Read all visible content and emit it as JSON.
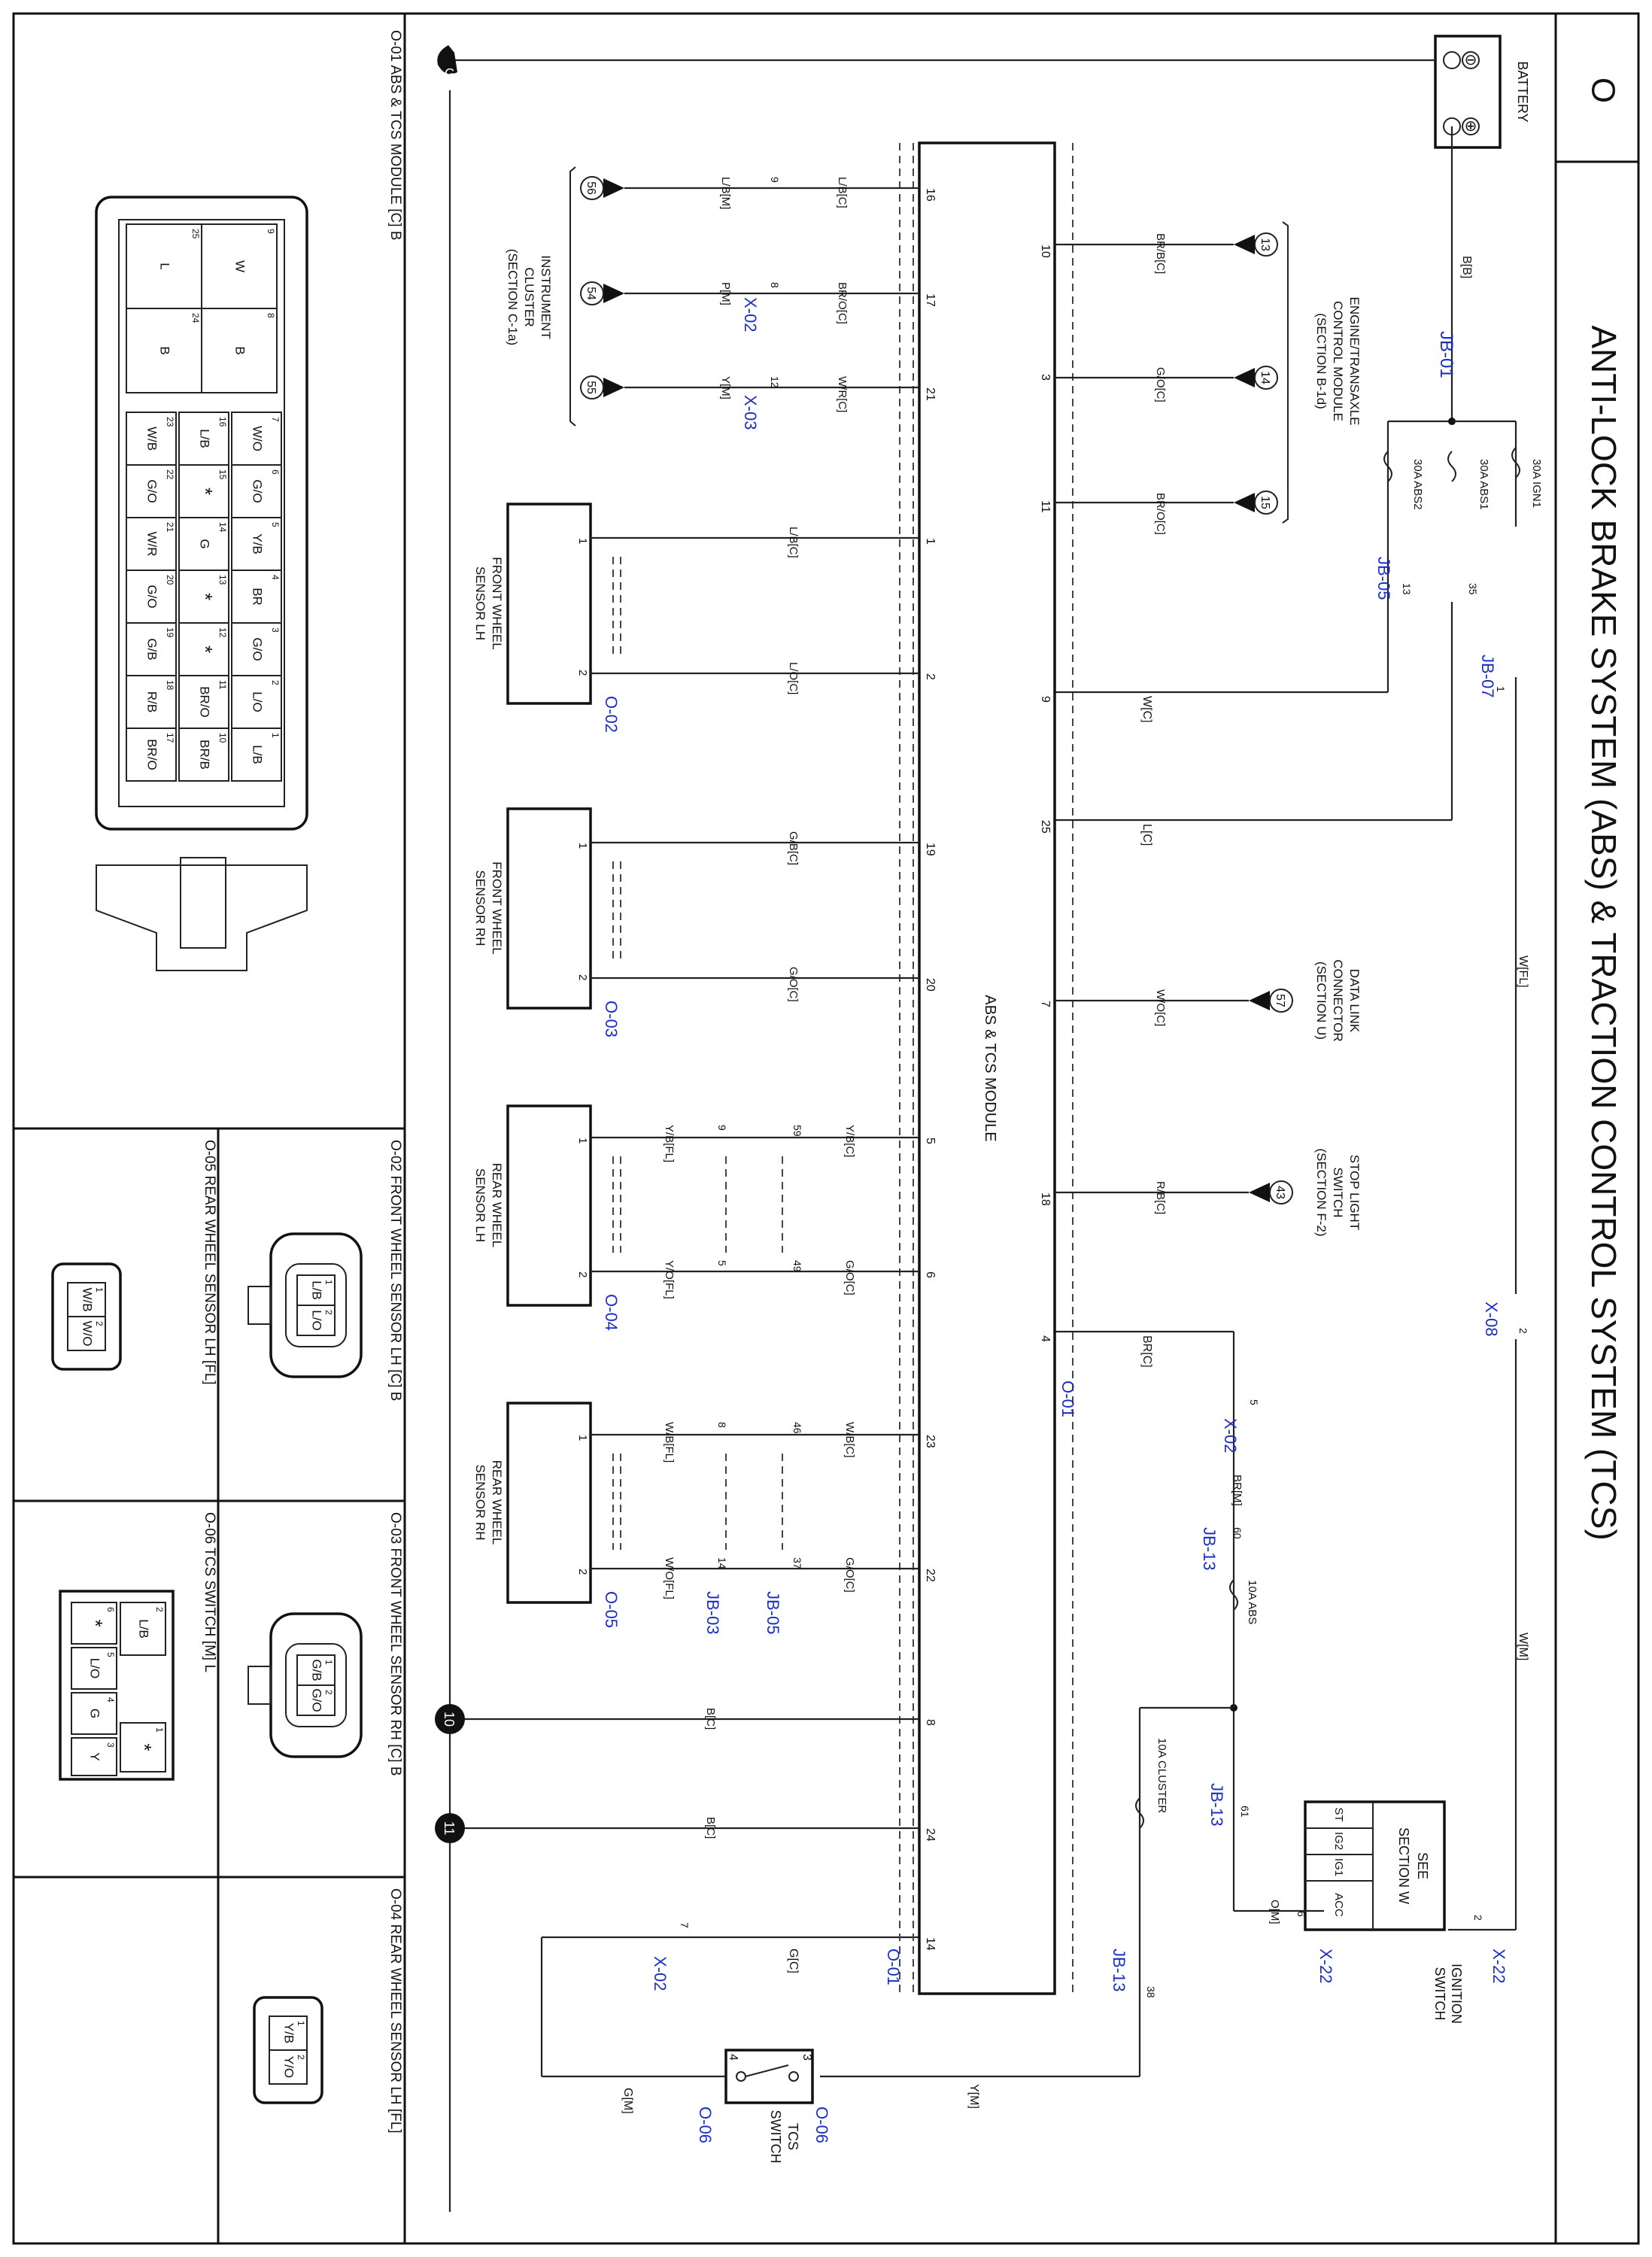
{
  "page": {
    "letter": "O",
    "title": "ANTI-LOCK BRAKE SYSTEM (ABS) & TRACTION CONTROL SYSTEM (TCS)"
  },
  "battery": {
    "label": "BATTERY",
    "wire": "B[B]",
    "connector": "JB-01"
  },
  "fuses": {
    "ign1": "30A IGN1",
    "abs1": "30A ABS1",
    "abs2": "30A ABS2",
    "abs10": "10A ABS",
    "cluster": "10A CLUSTER"
  },
  "junctions": {
    "jb05": "JB-05",
    "jb07": "JB-07",
    "x08": "X-08",
    "x02": "X-02",
    "x03": "X-03",
    "x22": "X-22",
    "jb13": "JB-13",
    "o01": "O-01",
    "o02": "O-02",
    "o03": "O-03",
    "o04": "O-04",
    "o05": "O-05",
    "o06": "O-06",
    "jb03": "JB-03"
  },
  "module": {
    "label": "ABS & TCS MODULE"
  },
  "ecm": {
    "label1": "ENGINE/TRANSAXLE",
    "label2": "CONTROL MODULE",
    "label3": "(SECTION B-1d)",
    "refs": [
      "13",
      "14",
      "15"
    ]
  },
  "dlc": {
    "label1": "DATA LINK",
    "label2": "CONNECTOR",
    "label3": "(SECTION U)",
    "ref": "57"
  },
  "stop_light": {
    "label1": "STOP LIGHT",
    "label2": "SWITCH",
    "label3": "(SECTION F-2)",
    "ref": "43"
  },
  "ignition": {
    "see1": "SEE",
    "see2": "SECTION W",
    "label1": "IGNITION",
    "label2": "SWITCH",
    "pins": [
      "ST",
      "IG2",
      "IG1",
      "ACC"
    ]
  },
  "cluster": {
    "label1": "INSTRUMENT",
    "label2": "CLUSTER",
    "label3": "(SECTION C-1a)",
    "refs": [
      "56",
      "54",
      "55"
    ]
  },
  "sensors": {
    "flh": [
      "FRONT WHEEL",
      "SENSOR LH"
    ],
    "frh": [
      "FRONT WHEEL",
      "SENSOR RH"
    ],
    "rlh": [
      "REAR WHEEL",
      "SENSOR LH"
    ],
    "rrh": [
      "REAR WHEEL",
      "SENSOR RH"
    ]
  },
  "tcs_switch": {
    "label1": "TCS",
    "label2": "SWITCH"
  },
  "grounds": {
    "g": "G",
    "g10": "10",
    "g11": "11"
  },
  "wires": {
    "w_fl": "W[FL]",
    "w_m": "W[M]",
    "br_b": "BR/B[C]",
    "g_o": "G/O[C]",
    "br_o": "BR/O[C]",
    "w_c": "W[C]",
    "l_c": "L[C]",
    "w_o": "W/O[C]",
    "r_b": "R/B[C]",
    "br_c": "BR[C]",
    "br_m": "BR[M]",
    "o_m": "O[M]",
    "y_m": "Y[M]",
    "g_m": "G[M]",
    "g_c": "G[C]",
    "b_c": "B[C]",
    "lb_m": "L/B[M]",
    "lb_c": "L/B[C]",
    "p_m": "P[M]",
    "bro_c": "BR/O[C]",
    "ym2": "Y[M]",
    "wr_c": "W/R[C]",
    "l_o_c": "L/O[C]",
    "gb_c": "G/B[C]",
    "go_c": "G/O[C]",
    "yb_fl": "Y/B[FL]",
    "yb_c": "Y/B[C]",
    "yo_fl": "Y/O[FL]",
    "go2_c": "G/O[C]",
    "wb_fl": "W/B[FL]",
    "wb_c": "W/B[C]",
    "wo_fl": "W/O[FL]",
    "go3_c": "G/O[C]"
  },
  "pins": {
    "top": [
      "10",
      "3",
      "11",
      "9",
      "25",
      "7",
      "18",
      "4"
    ],
    "bottom": [
      "16",
      "17",
      "21",
      "1",
      "2",
      "19",
      "20",
      "5",
      "6",
      "23",
      "22",
      "8",
      "24",
      "14"
    ],
    "jb01": "",
    "jb05": "13",
    "jb07": "1",
    "x08": "2",
    "x22a": "2",
    "x22b": "6",
    "x02a": "5",
    "jb13a": "60",
    "jb13b": "61",
    "jb13c": "38",
    "x02b": "7",
    "clA": [
      "9",
      "8",
      "12"
    ],
    "rearA": [
      "59",
      "49",
      "46",
      "37"
    ],
    "rearB": [
      "9",
      "5",
      "8",
      "14"
    ],
    "sensor": [
      "1",
      "2"
    ],
    "tcs": [
      "3",
      "4"
    ],
    "jb05b": "35"
  },
  "panels": {
    "o01": "O-01 ABS & TCS MODULE [C] B",
    "o02": "O-02 FRONT WHEEL SENSOR LH [C] B",
    "o03": "O-03 FRONT WHEEL SENSOR RH [C] B",
    "o04": "O-04 REAR WHEEL SENSOR LH [FL]",
    "o05": "O-05 REAR WHEEL SENSOR LH [FL]",
    "o06": "O-06 TCS SWITCH [M] L"
  },
  "o01_pins": {
    "big": [
      {
        "n": "9",
        "c": "W"
      },
      {
        "n": "8",
        "c": "B"
      },
      {
        "n": "25",
        "c": "L"
      },
      {
        "n": "24",
        "c": "B"
      }
    ],
    "row1": [
      {
        "n": "7",
        "c": "W/O"
      },
      {
        "n": "6",
        "c": "G/O"
      },
      {
        "n": "5",
        "c": "Y/B"
      },
      {
        "n": "4",
        "c": "BR"
      },
      {
        "n": "3",
        "c": "G/O"
      },
      {
        "n": "2",
        "c": "L/O"
      },
      {
        "n": "1",
        "c": "L/B"
      }
    ],
    "row2": [
      {
        "n": "16",
        "c": "L/B"
      },
      {
        "n": "15",
        "c": "*"
      },
      {
        "n": "14",
        "c": "G"
      },
      {
        "n": "13",
        "c": "*"
      },
      {
        "n": "12",
        "c": "*"
      },
      {
        "n": "11",
        "c": "BR/O"
      },
      {
        "n": "10",
        "c": "BR/B"
      }
    ],
    "row3": [
      {
        "n": "23",
        "c": "W/B"
      },
      {
        "n": "22",
        "c": "G/O"
      },
      {
        "n": "21",
        "c": "W/R"
      },
      {
        "n": "20",
        "c": "G/O"
      },
      {
        "n": "19",
        "c": "G/B"
      },
      {
        "n": "18",
        "c": "R/B"
      },
      {
        "n": "17",
        "c": "BR/O"
      }
    ]
  },
  "o02_pins": [
    {
      "n": "1",
      "c": "L/B"
    },
    {
      "n": "2",
      "c": "L/O"
    }
  ],
  "o03_pins": [
    {
      "n": "1",
      "c": "G/B"
    },
    {
      "n": "2",
      "c": "G/O"
    }
  ],
  "o04_pins": [
    {
      "n": "1",
      "c": "Y/B"
    },
    {
      "n": "2",
      "c": "Y/O"
    }
  ],
  "o05_pins": [
    {
      "n": "1",
      "c": "W/B"
    },
    {
      "n": "2",
      "c": "W/O"
    }
  ],
  "o06_pins": [
    {
      "n": "2",
      "c": "L/B"
    },
    {
      "n": "1",
      "c": "*"
    },
    {
      "n": "6",
      "c": "*"
    },
    {
      "n": "5",
      "c": "L/O"
    },
    {
      "n": "4",
      "c": "G"
    },
    {
      "n": "3",
      "c": "Y"
    }
  ]
}
